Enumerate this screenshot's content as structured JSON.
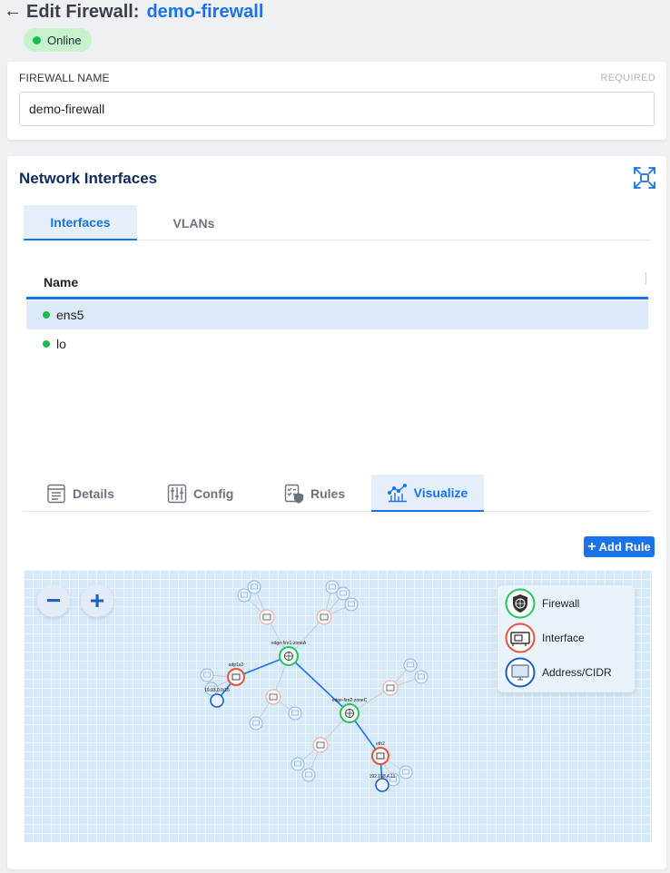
{
  "header": {
    "back_icon": "arrow-left-icon",
    "title_prefix": "Edit Firewall:",
    "title_name": "demo-firewall",
    "status": "Online",
    "status_color": "#1db954"
  },
  "firewall_name": {
    "label": "FIREWALL NAME",
    "required": "REQUIRED",
    "value": "demo-firewall"
  },
  "network": {
    "title": "Network Interfaces",
    "expand_icon": "fullscreen-icon",
    "tabs": [
      {
        "label": "Interfaces",
        "active": true
      },
      {
        "label": "VLANs",
        "active": false
      }
    ],
    "table": {
      "column": "Name",
      "rows": [
        {
          "name": "ens5",
          "status": "up",
          "selected": true
        },
        {
          "name": "lo",
          "status": "up",
          "selected": false
        }
      ]
    },
    "detail_tabs": [
      {
        "label": "Details",
        "icon": "document-list-icon",
        "active": false
      },
      {
        "label": "Config",
        "icon": "sliders-icon",
        "active": false
      },
      {
        "label": "Rules",
        "icon": "checklist-shield-icon",
        "active": false
      },
      {
        "label": "Visualize",
        "icon": "chart-line-icon",
        "active": true
      }
    ],
    "add_rule": "Add Rule",
    "zoom_out": "−",
    "zoom_in": "+",
    "legend": [
      {
        "label": "Firewall",
        "icon": "globe-shield-icon"
      },
      {
        "label": "Interface",
        "icon": "network-card-icon"
      },
      {
        "label": "Address/CIDR",
        "icon": "monitor-icon"
      }
    ],
    "graph_labels": {
      "fw1": "edge-fire1-zoneA",
      "fw2": "edge-fire2-zoneC",
      "if1": "adp1s2",
      "if2": "eth2",
      "addr1": "10.93.0.0/16",
      "addr2": "192.168.4.11"
    }
  },
  "colors": {
    "accent": "#1a73e8",
    "firewall": "#22c55e",
    "interface": "#e5533d",
    "address": "#1a5fc2"
  }
}
